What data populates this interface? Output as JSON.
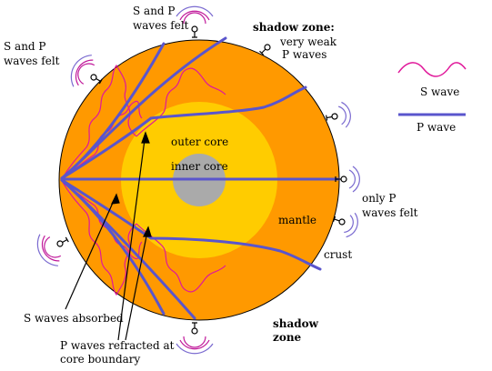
{
  "labels": {
    "sp_felt_top": [
      "S and P",
      "waves felt"
    ],
    "sp_felt_left": [
      "S and P",
      "waves felt"
    ],
    "shadow_top_title": "shadow zone:",
    "shadow_top_desc": [
      "very weak",
      "P waves"
    ],
    "only_p": [
      "only P",
      "waves felt"
    ],
    "outer_core": "outer core",
    "inner_core": "inner core",
    "mantle": "mantle",
    "crust": "crust",
    "shadow_bottom": [
      "shadow",
      "zone"
    ],
    "s_absorbed": "S waves absorbed",
    "p_refracted": [
      "P waves refracted at",
      "core boundary"
    ]
  },
  "legend": {
    "s_wave": "S wave",
    "p_wave": "P wave"
  },
  "colors": {
    "crust": "#ff9900",
    "mantle": "#ff9900",
    "outer_core": "#ffcc00",
    "inner_core": "#aaaaaa",
    "s_wave": "#e0189a",
    "p_wave": "#5a55cc",
    "seismometer_arc": "#c0189a",
    "seismometer_arc_light": "#7a6ad0"
  },
  "icons": {
    "station": "seismometer-icon"
  }
}
